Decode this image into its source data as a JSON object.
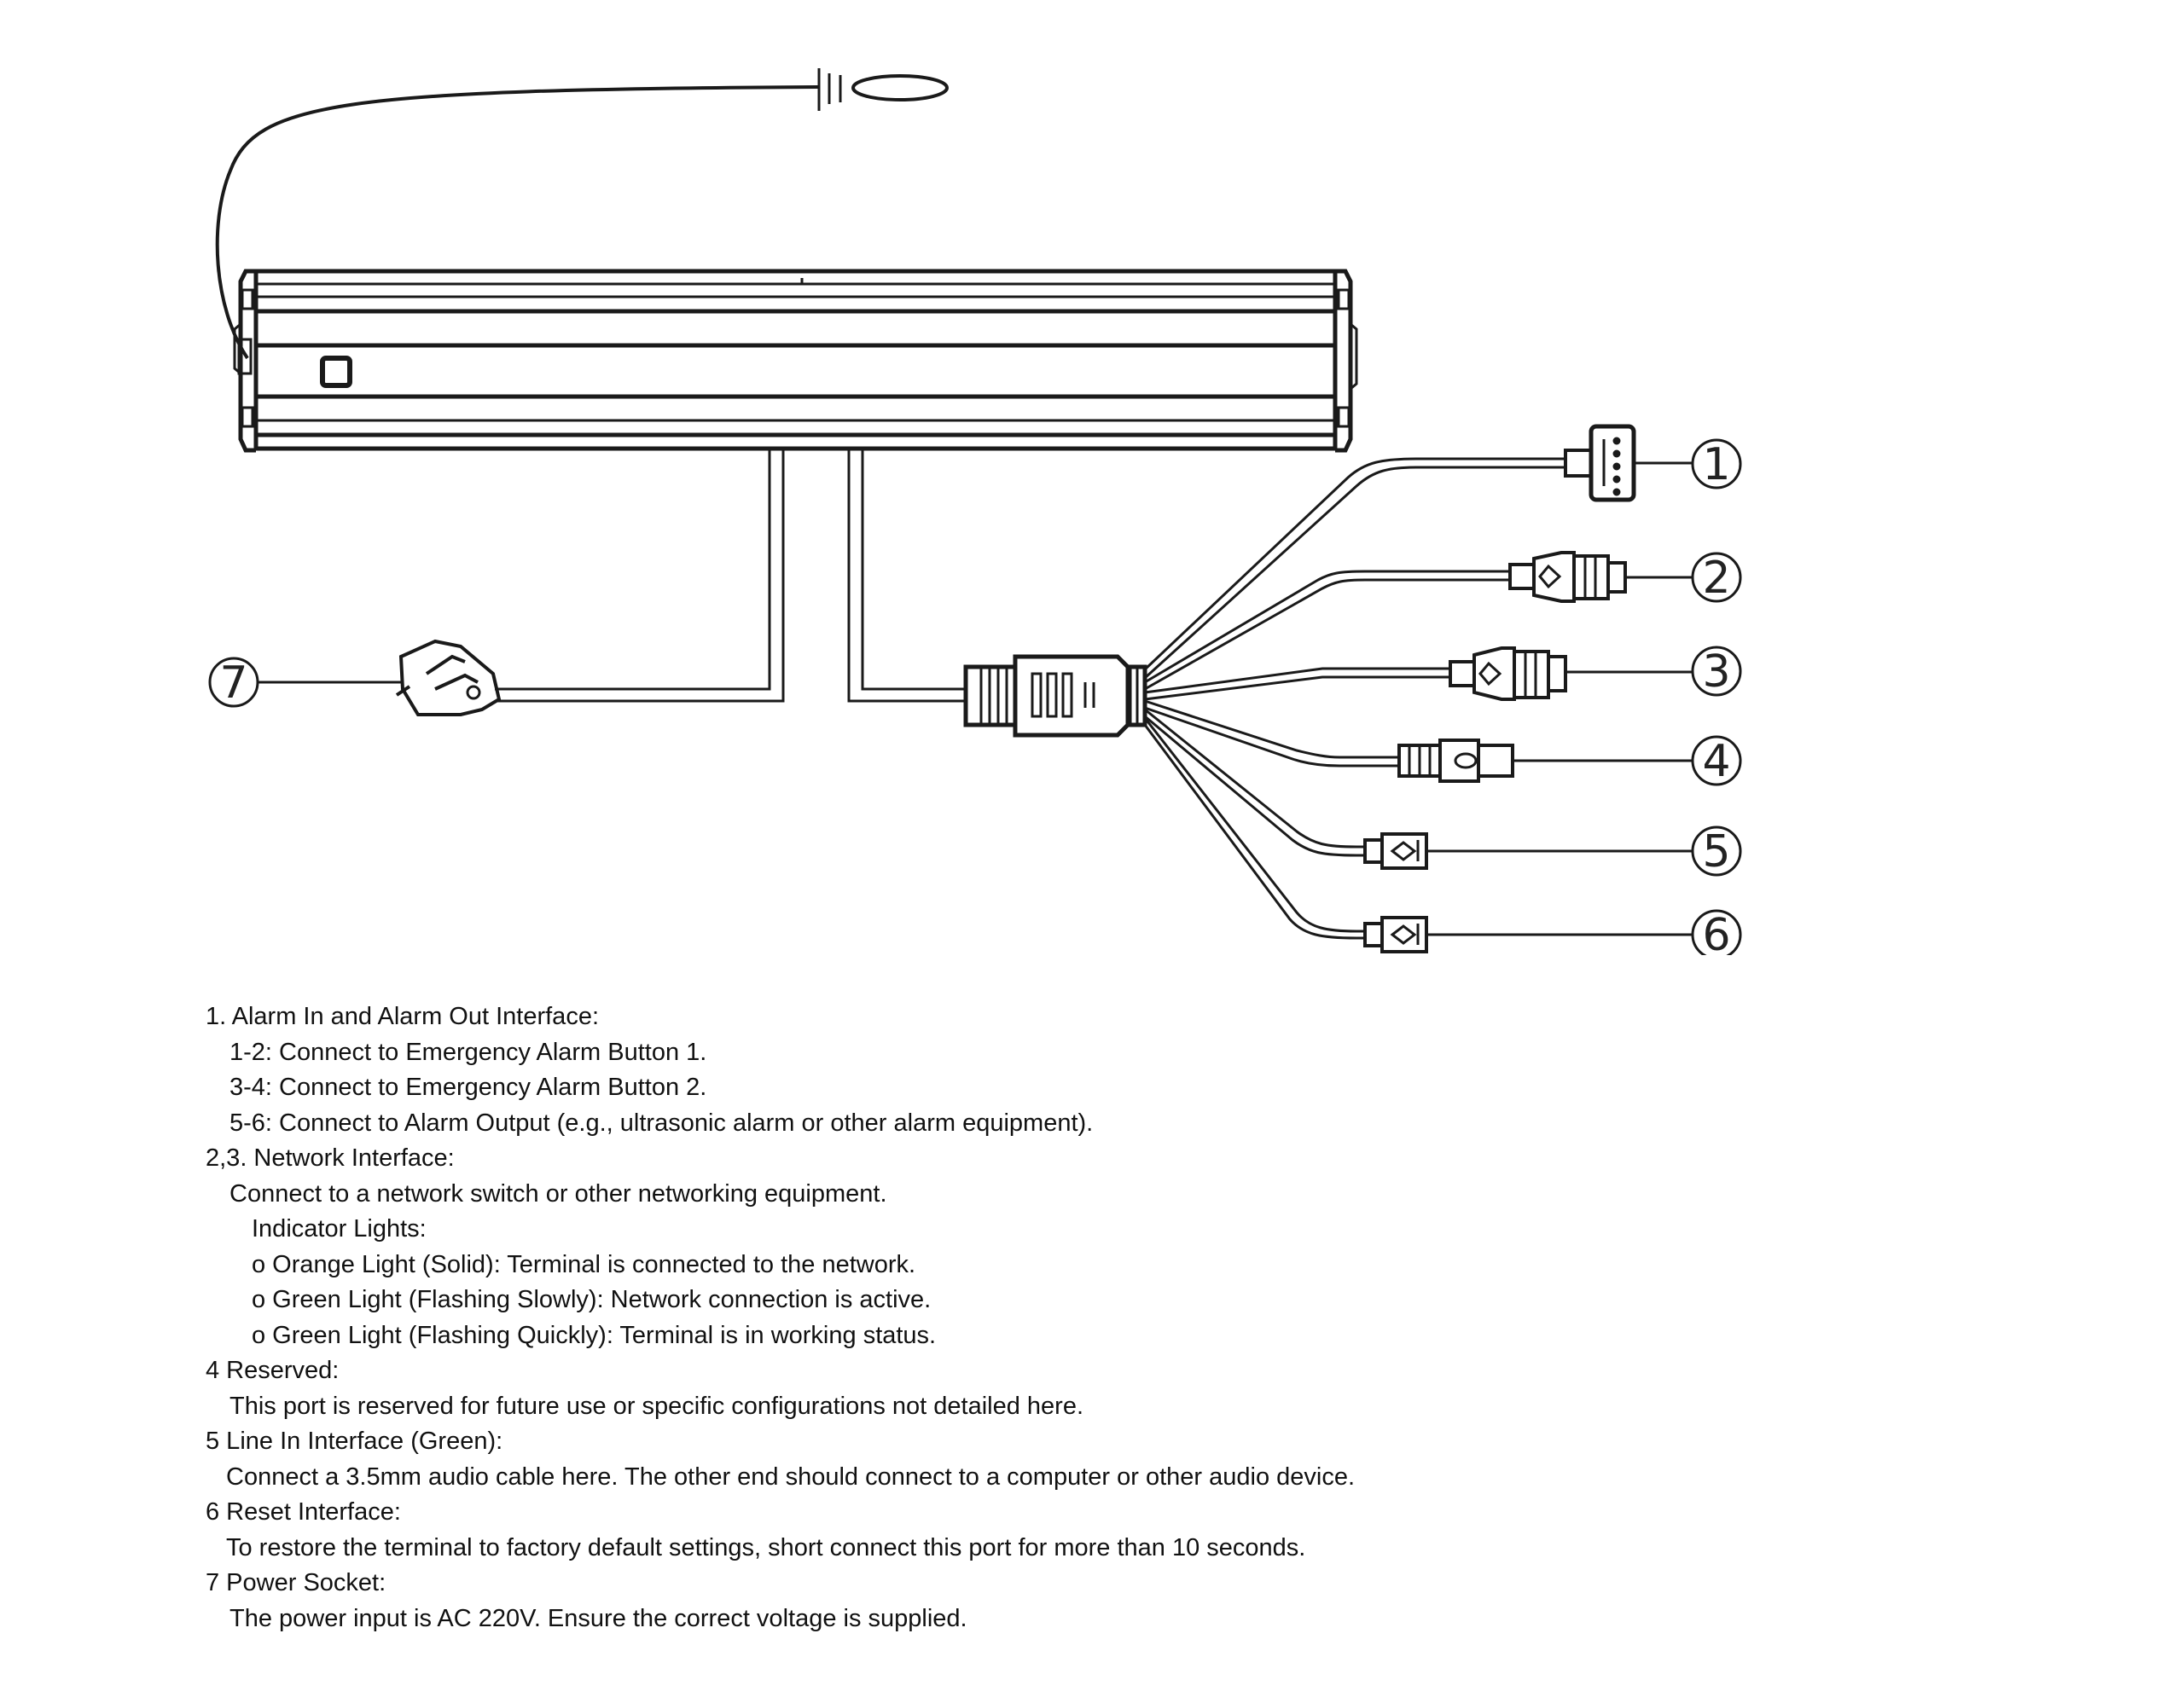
{
  "diagram": {
    "callouts": [
      "1",
      "2",
      "3",
      "4",
      "5",
      "6",
      "7"
    ]
  },
  "notes": [
    {
      "text": "1. Alarm In and Alarm Out Interface:",
      "indent": 0
    },
    {
      "text": "1-2: Connect to Emergency Alarm Button 1.",
      "indent": 1
    },
    {
      "text": "3-4: Connect to Emergency Alarm Button 2.",
      "indent": 1
    },
    {
      "text": "5-6: Connect to Alarm Output (e.g., ultrasonic alarm or other alarm equipment).",
      "indent": 1
    },
    {
      "text": "2,3. Network Interface:",
      "indent": 0
    },
    {
      "text": "Connect to a network switch or other networking equipment.",
      "indent": 1
    },
    {
      "text": "Indicator Lights:",
      "indent": 2
    },
    {
      "text": "o Orange Light (Solid): Terminal is connected to the network.",
      "indent": 2
    },
    {
      "text": "o Green Light (Flashing Slowly): Network connection is active.",
      "indent": 2
    },
    {
      "text": "o Green Light (Flashing Quickly): Terminal is in working status.",
      "indent": 2
    },
    {
      "text": "4 Reserved:",
      "indent": 0
    },
    {
      "text": "This port is reserved for future use or specific configurations not detailed here.",
      "indent": 1
    },
    {
      "text": "5 Line In Interface (Green):",
      "indent": 0
    },
    {
      "text": "Connect a 3.5mm audio cable here. The other end should connect to a computer or other audio device.",
      "indent": 3
    },
    {
      "text": "6 Reset Interface:",
      "indent": 0
    },
    {
      "text": "To restore the terminal to factory default settings, short connect this port for more than 10 seconds.",
      "indent": 3
    },
    {
      "text": "7 Power Socket:",
      "indent": 0
    },
    {
      "text": "The power input is AC 220V. Ensure the correct voltage is supplied.",
      "indent": 1
    }
  ]
}
